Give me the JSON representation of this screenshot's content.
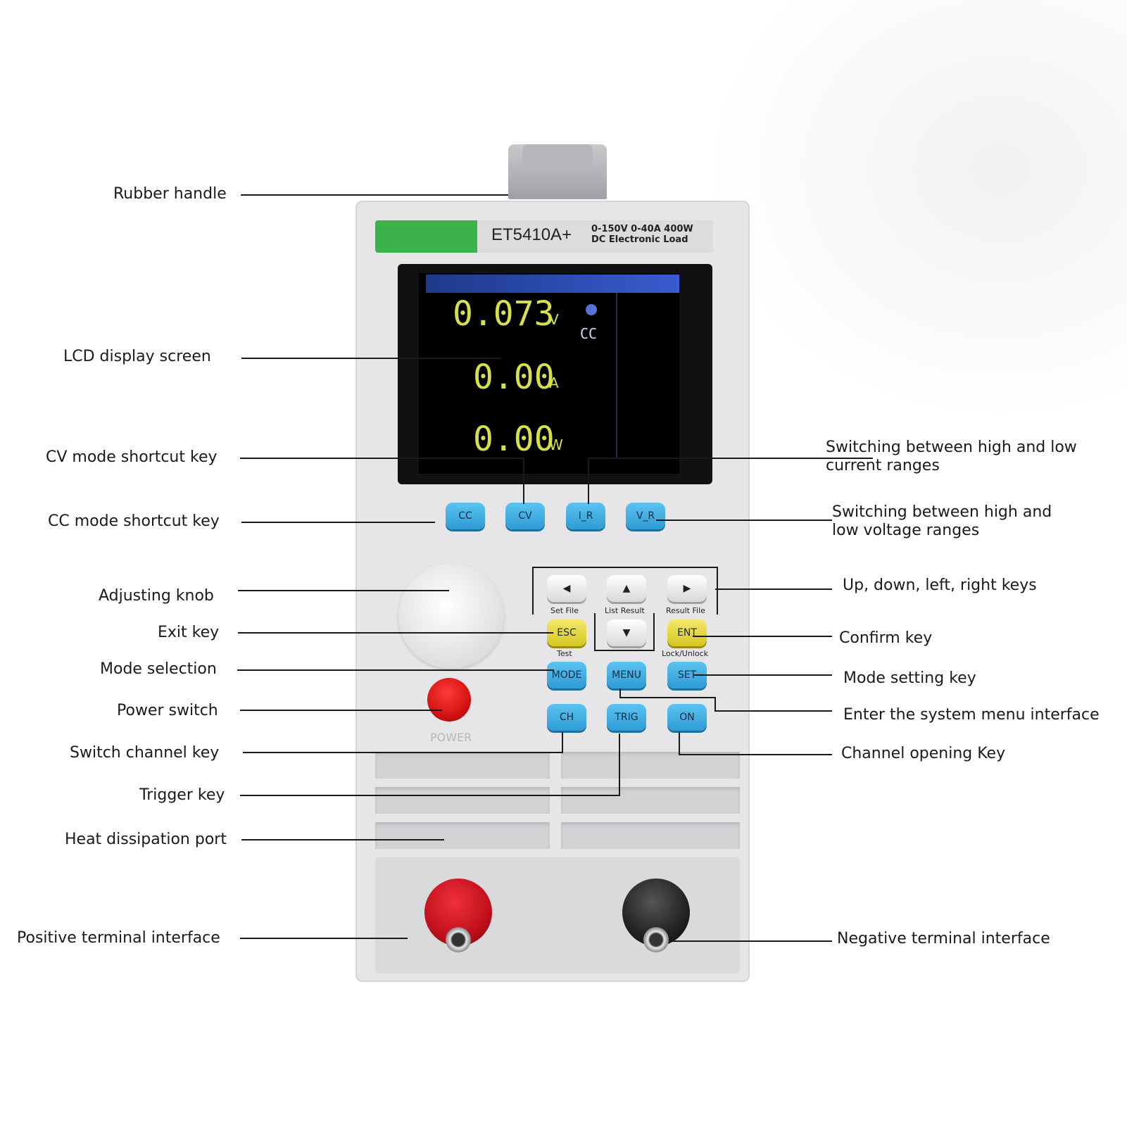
{
  "device": {
    "model": "ET5410A+",
    "spec_line1": "0-150V 0-40A 400W",
    "spec_line2": "DC Electronic Load",
    "power_label": "POWER"
  },
  "lcd": {
    "voltage": "0.073",
    "voltage_unit": "V",
    "current": "0.00",
    "current_unit": "A",
    "power": "0.00",
    "power_unit": "W",
    "mode": "CC"
  },
  "keys": {
    "cc": "CC",
    "cv": "CV",
    "i_r": "I_R",
    "v_r": "V_R",
    "left": "◀",
    "up": "▲",
    "right": "▶",
    "down": "▼",
    "esc": "ESC",
    "ent": "ENT",
    "mode": "MODE",
    "menu": "MENU",
    "set": "SET",
    "ch": "CH",
    "trig": "TRIG",
    "on": "ON",
    "cap_set_file": "Set File",
    "cap_list_result": "List Result",
    "cap_result_file": "Result File",
    "cap_test": "Test",
    "cap_lock": "Lock/Unlock"
  },
  "labels": {
    "rubber_handle": "Rubber handle",
    "lcd_screen": "LCD display screen",
    "cv_key": "CV mode shortcut key",
    "cc_key": "CC mode shortcut key",
    "adjusting_knob": "Adjusting knob",
    "exit_key": "Exit key",
    "mode_selection": "Mode selection",
    "power_switch": "Power switch",
    "switch_channel": "Switch channel key",
    "trigger_key": "Trigger key",
    "heat_port": "Heat dissipation port",
    "positive_terminal": "Positive terminal interface",
    "current_ranges_1": "Switching between high and low",
    "current_ranges_2": "current ranges",
    "voltage_ranges_1": "Switching between high and",
    "voltage_ranges_2": "low voltage ranges",
    "arrow_keys": "Up, down, left, right keys",
    "confirm_key": "Confirm key",
    "mode_setting": "Mode setting key",
    "system_menu": "Enter the system menu interface",
    "channel_opening": "Channel opening Key",
    "negative_terminal": "Negative terminal interface"
  }
}
